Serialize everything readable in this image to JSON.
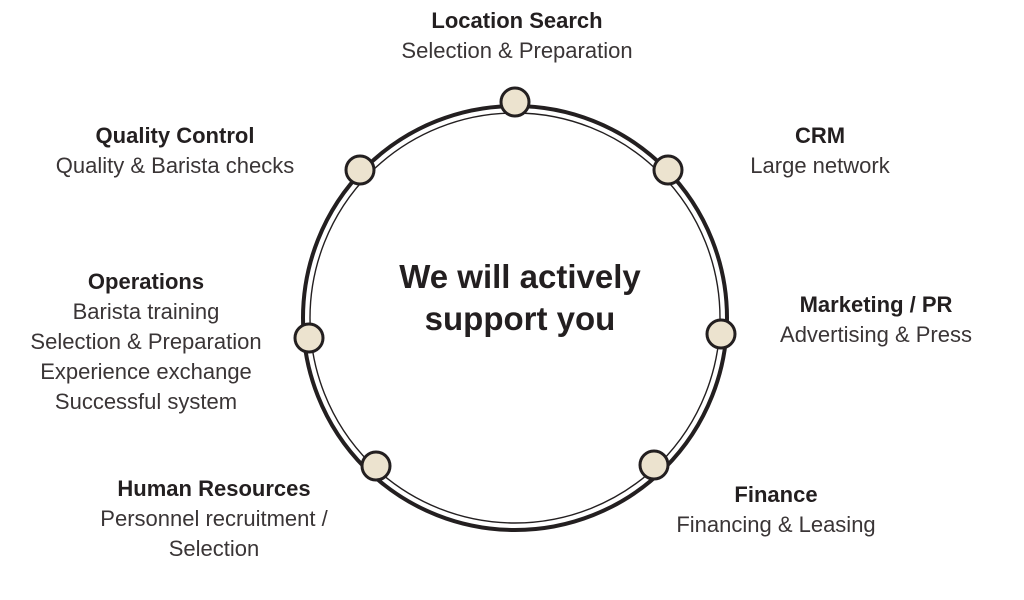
{
  "center": {
    "line1": "We will actively",
    "line2": "support you"
  },
  "nodes": {
    "location": {
      "title": "Location Search",
      "lines": [
        "Selection & Preparation"
      ]
    },
    "crm": {
      "title": "CRM",
      "lines": [
        "Large network"
      ]
    },
    "marketing": {
      "title": "Marketing / PR",
      "lines": [
        "Advertising & Press"
      ]
    },
    "finance": {
      "title": "Finance",
      "lines": [
        "Financing & Leasing"
      ]
    },
    "hr": {
      "title": "Human Resources",
      "lines": [
        "Personnel recruitment /",
        "Selection"
      ]
    },
    "operations": {
      "title": "Operations",
      "lines": [
        "Barista training",
        "Selection & Preparation",
        "Experience exchange",
        "Successful system"
      ]
    },
    "quality": {
      "title": "Quality Control",
      "lines": [
        "Quality & Barista checks"
      ]
    }
  },
  "colors": {
    "ring": "#231f20",
    "node_fill": "#ece3cf",
    "node_stroke": "#231f20",
    "text": "#231f20"
  }
}
